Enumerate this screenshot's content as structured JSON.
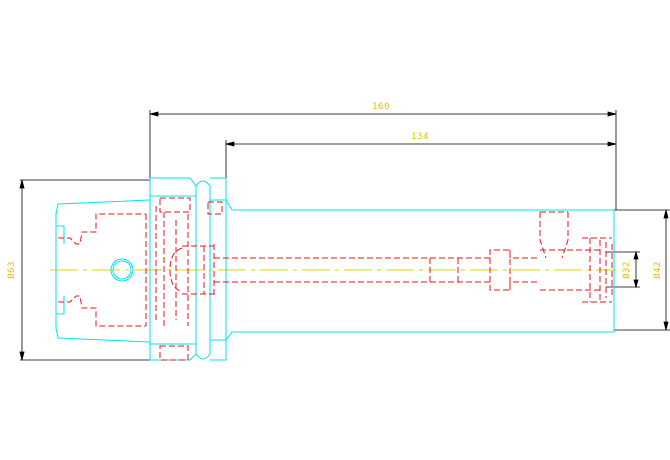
{
  "drawing": {
    "colors": {
      "background": "#ffffff",
      "outline": "#00e5ee",
      "hidden": "#e8141e",
      "dimension": "#000000",
      "dim_text": "#e0c000",
      "centerline": "#e0d000"
    },
    "dimensions": {
      "overall_length": "160",
      "gauge_length": "134",
      "flange_diameter": "Ø63",
      "body_diameter": "Ø42",
      "bore_diameter": "Ø32"
    }
  }
}
